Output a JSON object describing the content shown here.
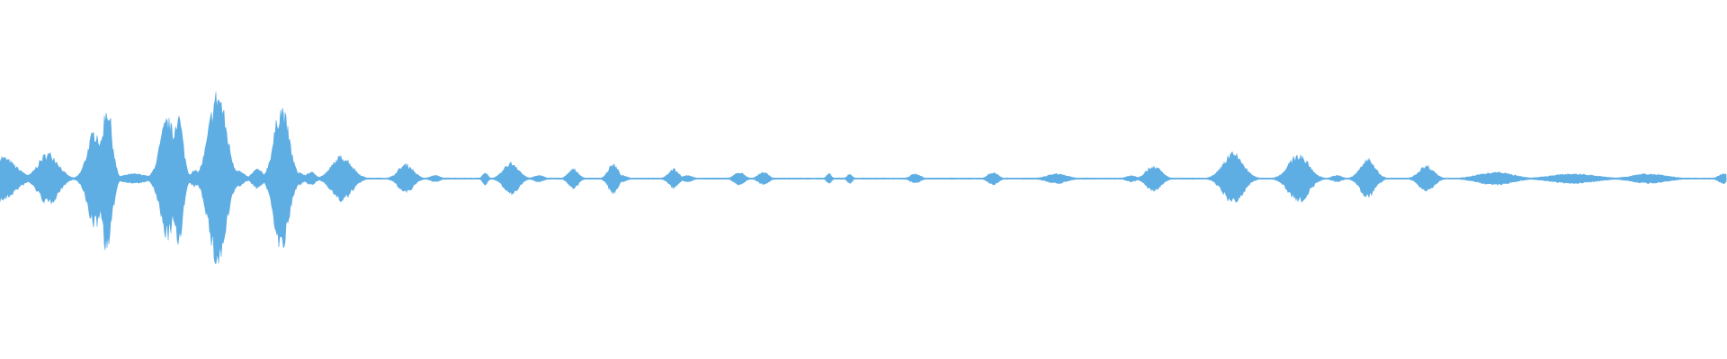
{
  "waveform": {
    "color": "#5eade3",
    "background": "#ffffff",
    "amplitude_scale": 1.0,
    "bursts": [
      {
        "t": 0.0,
        "amp": 0.14,
        "dur": 0.012
      },
      {
        "t": 0.028,
        "amp": 0.16,
        "dur": 0.008
      },
      {
        "t": 0.055,
        "amp": 0.3,
        "dur": 0.006
      },
      {
        "t": 0.062,
        "amp": 0.46,
        "dur": 0.004
      },
      {
        "t": 0.078,
        "amp": 0.03,
        "dur": 0.01
      },
      {
        "t": 0.097,
        "amp": 0.37,
        "dur": 0.006
      },
      {
        "t": 0.103,
        "amp": 0.41,
        "dur": 0.004
      },
      {
        "t": 0.113,
        "amp": 0.05,
        "dur": 0.004
      },
      {
        "t": 0.126,
        "amp": 0.54,
        "dur": 0.007
      },
      {
        "t": 0.136,
        "amp": 0.06,
        "dur": 0.006
      },
      {
        "t": 0.149,
        "amp": 0.06,
        "dur": 0.004
      },
      {
        "t": 0.163,
        "amp": 0.45,
        "dur": 0.006
      },
      {
        "t": 0.173,
        "amp": 0.04,
        "dur": 0.004
      },
      {
        "t": 0.18,
        "amp": 0.04,
        "dur": 0.004
      },
      {
        "t": 0.19,
        "amp": 0.03,
        "dur": 0.004
      },
      {
        "t": 0.198,
        "amp": 0.14,
        "dur": 0.008
      },
      {
        "t": 0.235,
        "amp": 0.09,
        "dur": 0.006
      },
      {
        "t": 0.252,
        "amp": 0.02,
        "dur": 0.004
      },
      {
        "t": 0.281,
        "amp": 0.04,
        "dur": 0.002
      },
      {
        "t": 0.296,
        "amp": 0.1,
        "dur": 0.006
      },
      {
        "t": 0.312,
        "amp": 0.02,
        "dur": 0.004
      },
      {
        "t": 0.332,
        "amp": 0.06,
        "dur": 0.004
      },
      {
        "t": 0.355,
        "amp": 0.09,
        "dur": 0.004
      },
      {
        "t": 0.36,
        "amp": 0.02,
        "dur": 0.004
      },
      {
        "t": 0.39,
        "amp": 0.06,
        "dur": 0.004
      },
      {
        "t": 0.398,
        "amp": 0.02,
        "dur": 0.004
      },
      {
        "t": 0.428,
        "amp": 0.04,
        "dur": 0.004
      },
      {
        "t": 0.442,
        "amp": 0.04,
        "dur": 0.004
      },
      {
        "t": 0.48,
        "amp": 0.03,
        "dur": 0.002
      },
      {
        "t": 0.492,
        "amp": 0.03,
        "dur": 0.002
      },
      {
        "t": 0.53,
        "amp": 0.03,
        "dur": 0.004
      },
      {
        "t": 0.575,
        "amp": 0.04,
        "dur": 0.004
      },
      {
        "t": 0.612,
        "amp": 0.03,
        "dur": 0.008
      },
      {
        "t": 0.655,
        "amp": 0.02,
        "dur": 0.004
      },
      {
        "t": 0.668,
        "amp": 0.08,
        "dur": 0.006
      },
      {
        "t": 0.714,
        "amp": 0.16,
        "dur": 0.008
      },
      {
        "t": 0.752,
        "amp": 0.15,
        "dur": 0.008
      },
      {
        "t": 0.774,
        "amp": 0.02,
        "dur": 0.004
      },
      {
        "t": 0.792,
        "amp": 0.12,
        "dur": 0.006
      },
      {
        "t": 0.826,
        "amp": 0.08,
        "dur": 0.006
      },
      {
        "t": 0.866,
        "amp": 0.04,
        "dur": 0.014
      },
      {
        "t": 0.911,
        "amp": 0.03,
        "dur": 0.018
      },
      {
        "t": 0.955,
        "amp": 0.03,
        "dur": 0.014
      },
      {
        "t": 0.998,
        "amp": 0.03,
        "dur": 0.004
      }
    ]
  }
}
